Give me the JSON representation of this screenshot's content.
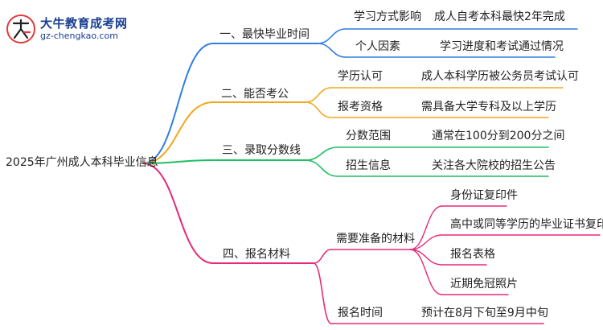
{
  "logo": {
    "title": "大牛教育成考网",
    "url": "gz-chengkao.com"
  },
  "root": "2025年广州成人本科毕业信息",
  "colors": {
    "blue": "#2f7fe0",
    "orange": "#f0a81e",
    "green": "#1fbf63",
    "pink": "#e8297a"
  },
  "branches": [
    {
      "label": "一、最快毕业时间",
      "color": "blue",
      "children": [
        {
          "label": "学习方式影响",
          "detail": "成人自考本科最快2年完成"
        },
        {
          "label": "个人因素",
          "detail": "学习进度和考试通过情况"
        }
      ]
    },
    {
      "label": "二、能否考公",
      "color": "orange",
      "children": [
        {
          "label": "学历认可",
          "detail": "成人本科学历被公务员考试认可"
        },
        {
          "label": "报考资格",
          "detail": "需具备大学专科及以上学历"
        }
      ]
    },
    {
      "label": "三、录取分数线",
      "color": "green",
      "children": [
        {
          "label": "分数范围",
          "detail": "通常在100分到200分之间"
        },
        {
          "label": "招生信息",
          "detail": "关注各大院校的招生公告"
        }
      ]
    },
    {
      "label": "四、报名材料",
      "color": "pink",
      "children": [
        {
          "label": "需要准备的材料",
          "items": [
            "身份证复印件",
            "高中或同等学历的毕业证书复印件",
            "报名表格",
            "近期免冠照片"
          ]
        },
        {
          "label": "报名时间",
          "detail": "预计在8月下旬至9月中旬"
        }
      ]
    }
  ]
}
